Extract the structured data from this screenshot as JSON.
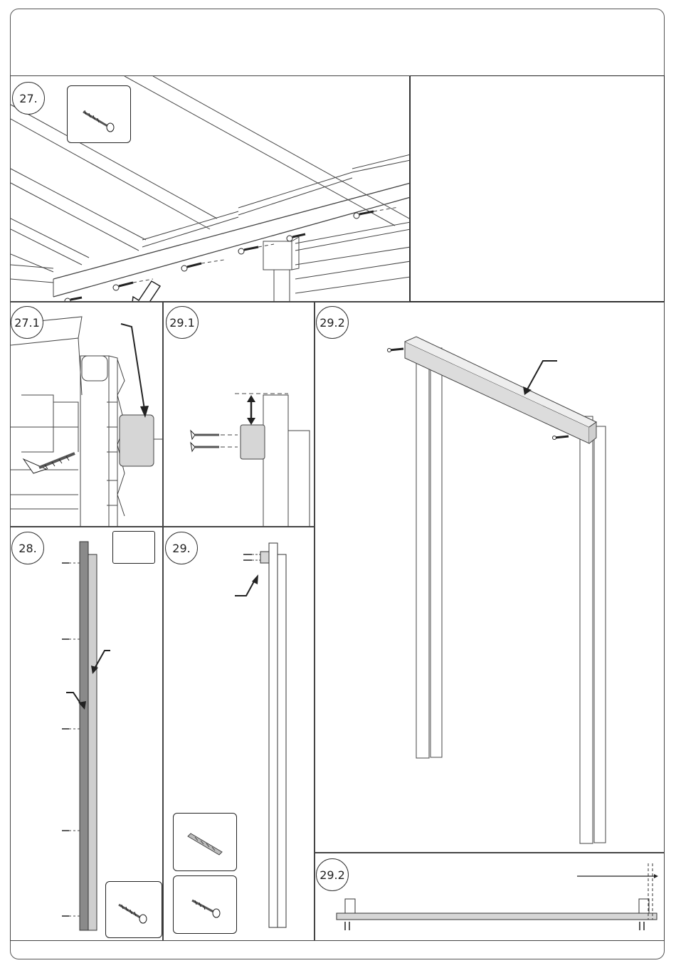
{
  "steps": {
    "s27": "27.",
    "s27_1": "27.1",
    "s29_1": "29.1",
    "s29_2": "29.2",
    "s28": "28.",
    "s29": "29.",
    "s29_2b": "29.2"
  },
  "icons": {
    "screw": "screw-icon",
    "drill_bit": "drill-bit-icon",
    "arrow": "arrow-icon",
    "hollow_arrow": "hollow-arrow-icon"
  }
}
